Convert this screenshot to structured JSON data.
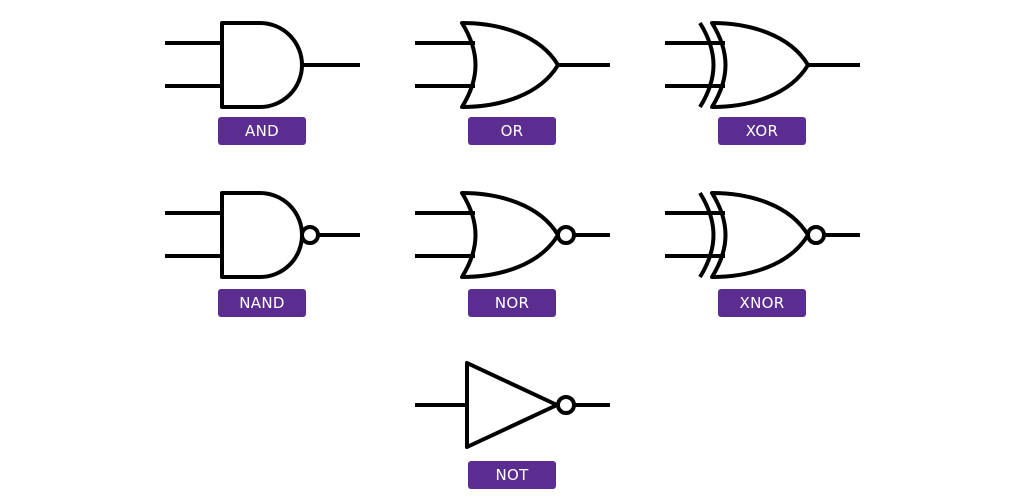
{
  "label_color": "#5c2d91",
  "gates": [
    {
      "id": "and",
      "label": "AND"
    },
    {
      "id": "or",
      "label": "OR"
    },
    {
      "id": "xor",
      "label": "XOR"
    },
    {
      "id": "nand",
      "label": "NAND"
    },
    {
      "id": "nor",
      "label": "NOR"
    },
    {
      "id": "xnor",
      "label": "XNOR"
    },
    {
      "id": "not",
      "label": "NOT"
    }
  ]
}
